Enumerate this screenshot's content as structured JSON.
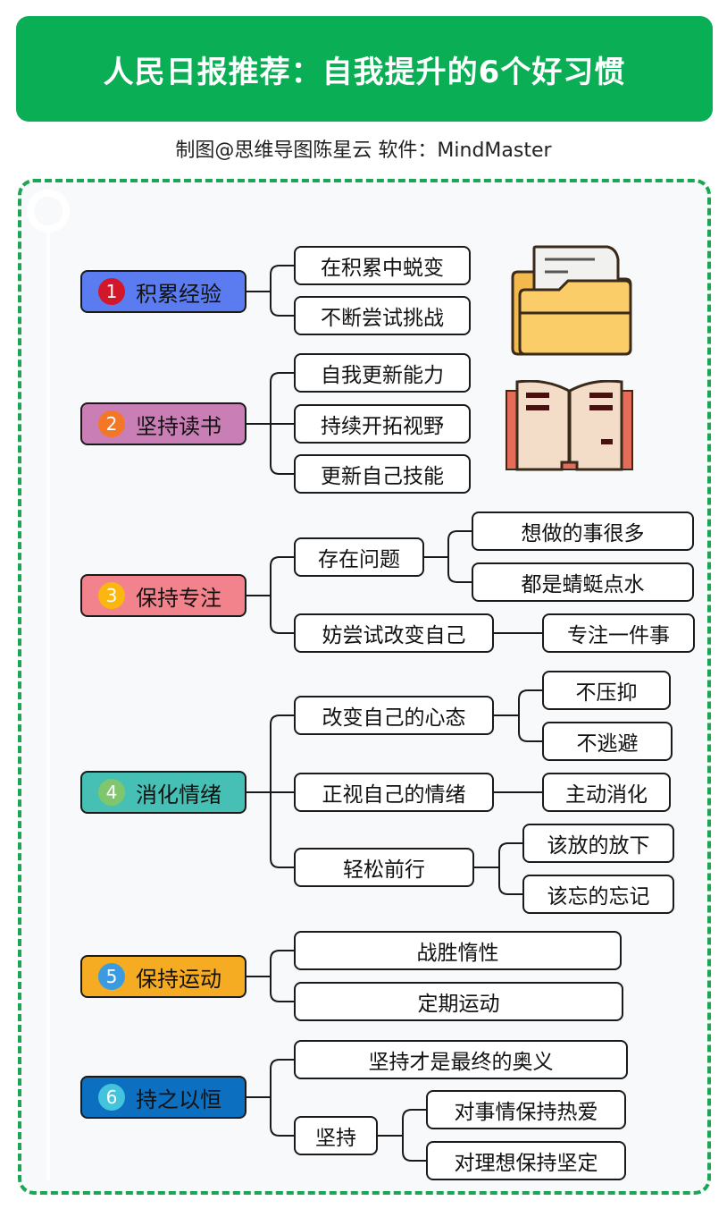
{
  "title": "人民日报推荐：自我提升的6个好习惯",
  "credit": "制图@思维导图陈星云   软件：MindMaster",
  "colors": {
    "title_bg": "#0aae55",
    "frame_border": "#1aa653"
  },
  "branches": [
    {
      "number": "1",
      "label": "积累经验",
      "color": "#5b7cf0",
      "badge_color": "#d3172b",
      "children": [
        {
          "label": "在积累中蜕变",
          "children": []
        },
        {
          "label": "不断尝试挑战",
          "children": []
        }
      ]
    },
    {
      "number": "2",
      "label": "坚持读书",
      "color": "#c97fb6",
      "badge_color": "#f37726",
      "children": [
        {
          "label": "自我更新能力",
          "children": []
        },
        {
          "label": "持续开拓视野",
          "children": []
        },
        {
          "label": "更新自己技能",
          "children": []
        }
      ]
    },
    {
      "number": "3",
      "label": "保持专注",
      "color": "#f2838c",
      "badge_color": "#fbb60f",
      "children": [
        {
          "label": "存在问题",
          "children": [
            {
              "label": "想做的事很多"
            },
            {
              "label": "都是蜻蜓点水"
            }
          ]
        },
        {
          "label": "妨尝试改变自己",
          "children": [
            {
              "label": "专注一件事"
            }
          ]
        }
      ]
    },
    {
      "number": "4",
      "label": "消化情绪",
      "color": "#46c0b4",
      "badge_color": "#7fc66d",
      "children": [
        {
          "label": "改变自己的心态",
          "children": [
            {
              "label": "不压抑"
            },
            {
              "label": "不逃避"
            }
          ]
        },
        {
          "label": "正视自己的情绪",
          "children": [
            {
              "label": "主动消化"
            }
          ]
        },
        {
          "label": "轻松前行",
          "children": [
            {
              "label": "该放的放下"
            },
            {
              "label": "该忘的忘记"
            }
          ]
        }
      ]
    },
    {
      "number": "5",
      "label": "保持运动",
      "color": "#f6ac22",
      "badge_color": "#3b9be0",
      "children": [
        {
          "label": "战胜惰性",
          "children": []
        },
        {
          "label": "定期运动",
          "children": []
        }
      ]
    },
    {
      "number": "6",
      "label": "持之以恒",
      "color": "#0d6fbf",
      "badge_color": "#43c3dc",
      "children": [
        {
          "label": "坚持才是最终的奥义",
          "children": []
        },
        {
          "label": "坚持",
          "children": [
            {
              "label": "对事情保持热爱"
            },
            {
              "label": "对理想保持坚定"
            }
          ]
        }
      ]
    }
  ],
  "icons": [
    "folder-icon",
    "open-book-icon"
  ]
}
